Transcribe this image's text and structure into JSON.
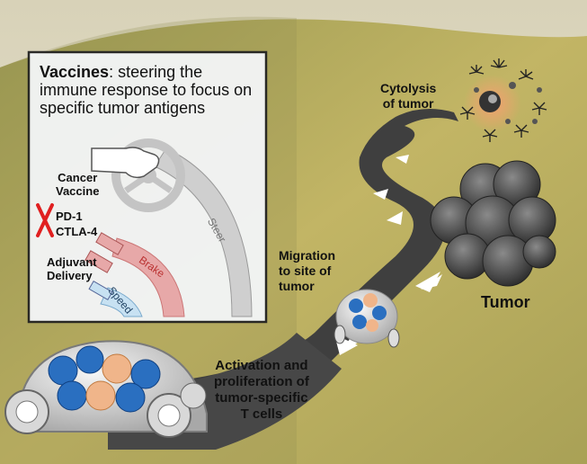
{
  "inset": {
    "title_bold": "Vaccines",
    "title_rest": ": steering the immune response to focus on specific tumor antigens",
    "cancer_vaccine": "Cancer\nVaccine",
    "checkpoint_1": "PD-1",
    "checkpoint_2": "CTLA-4",
    "adjuvant_delivery": "Adjuvant\nDelivery",
    "steer": "Steer",
    "brake": "Brake",
    "speed": "Speed"
  },
  "road_labels": {
    "cytolysis": "Cytolysis\nof tumor",
    "migration": "Migration\nto site of\ntumor",
    "activation": "Activation and\nproliferation of\ntumor-specific\nT cells",
    "tumor": "Tumor"
  },
  "colors": {
    "sky": "#e9e6d8",
    "hill": "#b9ae5e",
    "road": "#4a4a4a",
    "brake": "#e0a0a0",
    "speed": "#b8d8ee",
    "steer": "#c9c9c9",
    "red_x": "#e02020",
    "t_cell_blue": "#2a6fc0",
    "t_cell_orange": "#f0b58a"
  },
  "icons": [
    "steering-wheel-icon",
    "hand-icon",
    "brake-pedal-icon",
    "speed-pedal-icon",
    "red-x-icon",
    "car-icon",
    "tumor-icon",
    "arrow-icon"
  ]
}
